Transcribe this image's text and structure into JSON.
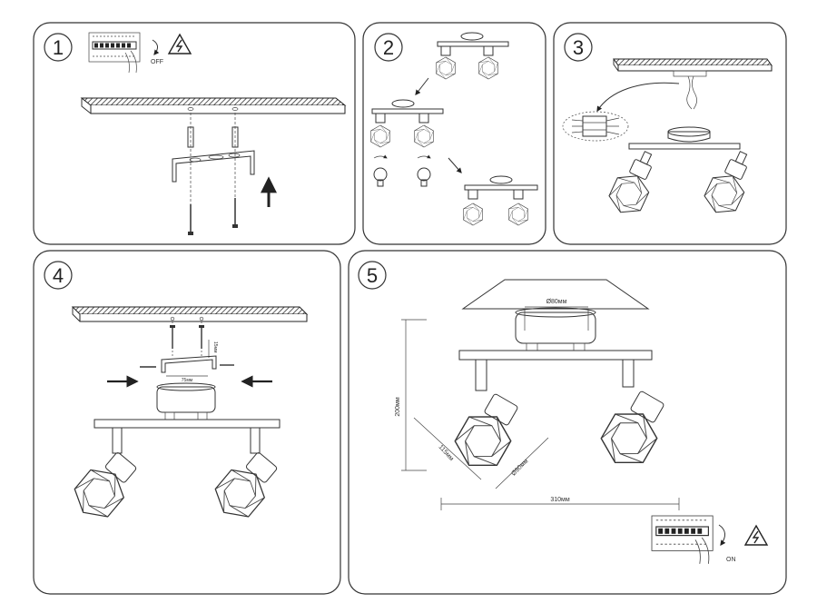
{
  "steps": [
    {
      "number": "1",
      "switch_label": "OFF"
    },
    {
      "number": "2"
    },
    {
      "number": "3"
    },
    {
      "number": "4",
      "dim_width": "75мм",
      "dim_height": "15мм"
    },
    {
      "number": "5",
      "dim_canopy": "Ø80мм",
      "dim_height": "200мм",
      "dim_shade_length": "115мм",
      "dim_shade_diameter": "Ø90мм",
      "dim_width": "310мм",
      "switch_label": "ON"
    }
  ]
}
